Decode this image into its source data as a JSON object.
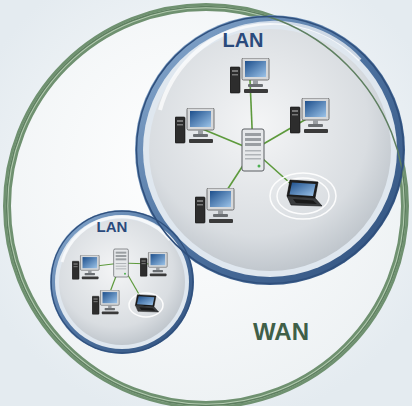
{
  "diagram": {
    "nodes": [
      {
        "text": [
          "WAN"
        ]
      },
      {
        "text": [
          "LAN"
        ],
        "in": 0
      },
      {
        "text": [
          "LAN"
        ],
        "in": 0
      }
    ]
  }
}
